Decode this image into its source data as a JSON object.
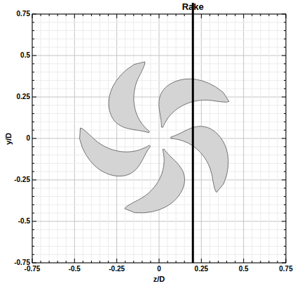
{
  "diagram": {
    "labels": [
      "Rake",
      "0.75",
      "0.5",
      "0.25",
      "0",
      "-0.25",
      "-0.5",
      "-0.75",
      "-0.75",
      "-0.5",
      "-0.25",
      "0",
      "0.25",
      "0.5",
      "0.75",
      "y/D",
      "z/D"
    ]
  }
}
